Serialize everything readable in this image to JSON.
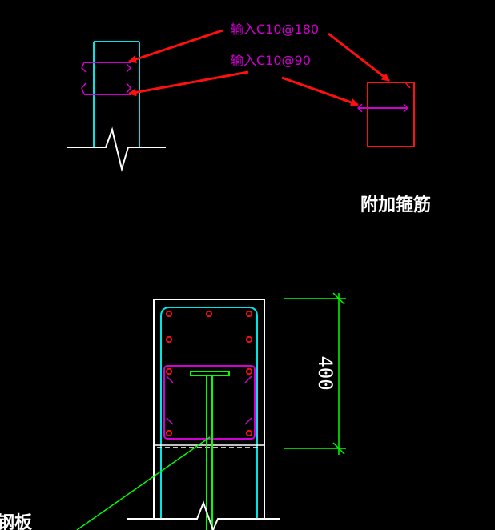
{
  "labels": {
    "input_c10_180": "输入C10@180",
    "input_c10_90": "输入C10@90",
    "additional_stirrup": "附加箍筋",
    "dimension_400": "400",
    "bottom_left_text": "钢板"
  },
  "colors": {
    "background": "#000000",
    "cyan": "#00E5E5",
    "magenta": "#D000D0",
    "red": "#FF1010",
    "white": "#FFFFFF",
    "green": "#00FF00"
  }
}
